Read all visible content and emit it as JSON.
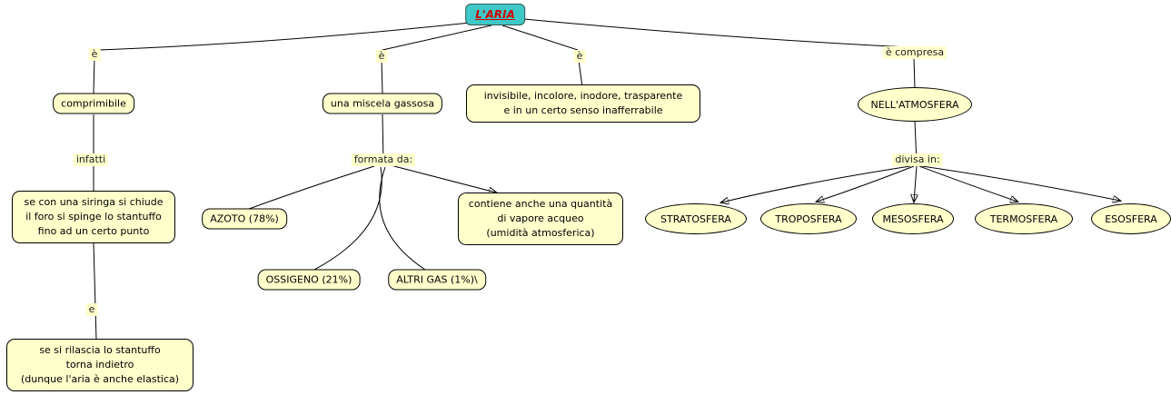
{
  "root": {
    "label": "L'ARIA"
  },
  "connectors": {
    "e_left": "è",
    "e_mid": "è",
    "e_right": "è",
    "e_compresa": "è compresa",
    "infatti": "infatti",
    "e_join": "e",
    "formata_da": "formata da:",
    "divisa_in": "divisa in:"
  },
  "nodes": {
    "comprimibile": "comprimibile",
    "siringa": "se con una siringa si chiude\nil foro si spinge lo stantuffo\nfino ad un certo punto",
    "rilascia": "se si rilascia lo stantuffo\ntorna indietro\n(dunque l'aria è anche elastica)",
    "miscela": "una miscela gassosa",
    "azoto": "AZOTO (78%)",
    "ossigeno": "OSSIGENO (21%)",
    "altri_gas": "ALTRI GAS (1%)\\",
    "vapore": "contiene anche una quantità\ndi vapore acqueo\n(umidità atmosferica)",
    "invisibile": "invisibile, incolore, inodore, trasparente\ne in un certo senso inafferrabile",
    "atmosfera": "NELL'ATMOSFERA",
    "stratosfera": "STRATOSFERA",
    "troposfera": "TROPOSFERA",
    "mesosfera": "MESOSFERA",
    "termosfera": "TERMOSFERA",
    "esosfera": "ESOSFERA"
  },
  "colors": {
    "root_fill": "#3FC8C8",
    "root_text": "#CC0000",
    "node_fill": "#FFFFCC",
    "line": "#000000"
  }
}
